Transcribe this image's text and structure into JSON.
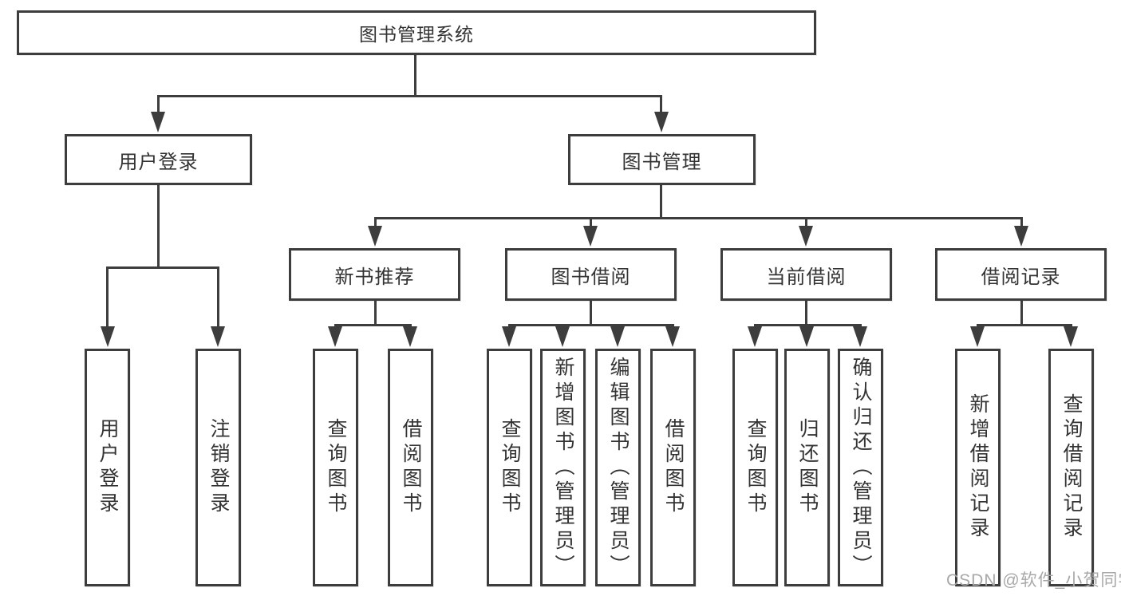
{
  "colors": {
    "line": "#3d3d3d",
    "text": "#333333",
    "watermark": "#a8a8a8",
    "background": "#ffffff"
  },
  "watermark": "CSDN @软件_小贺同学",
  "tree": {
    "label": "图书管理系统",
    "children": [
      {
        "label": "用户登录",
        "children": [
          {
            "label": "用户登录"
          },
          {
            "label": "注销登录"
          }
        ]
      },
      {
        "label": "图书管理",
        "children": [
          {
            "label": "新书推荐",
            "children": [
              {
                "label": "查询图书"
              },
              {
                "label": "借阅图书"
              }
            ]
          },
          {
            "label": "图书借阅",
            "children": [
              {
                "label": "查询图书"
              },
              {
                "label": "新增图书（管理员）"
              },
              {
                "label": "编辑图书（管理员）"
              },
              {
                "label": "借阅图书"
              }
            ]
          },
          {
            "label": "当前借阅",
            "children": [
              {
                "label": "查询图书"
              },
              {
                "label": "归还图书"
              },
              {
                "label": "确认归还（管理员）"
              }
            ]
          },
          {
            "label": "借阅记录",
            "children": [
              {
                "label": "新增借阅记录"
              },
              {
                "label": "查询借阅记录"
              }
            ]
          }
        ]
      }
    ]
  }
}
